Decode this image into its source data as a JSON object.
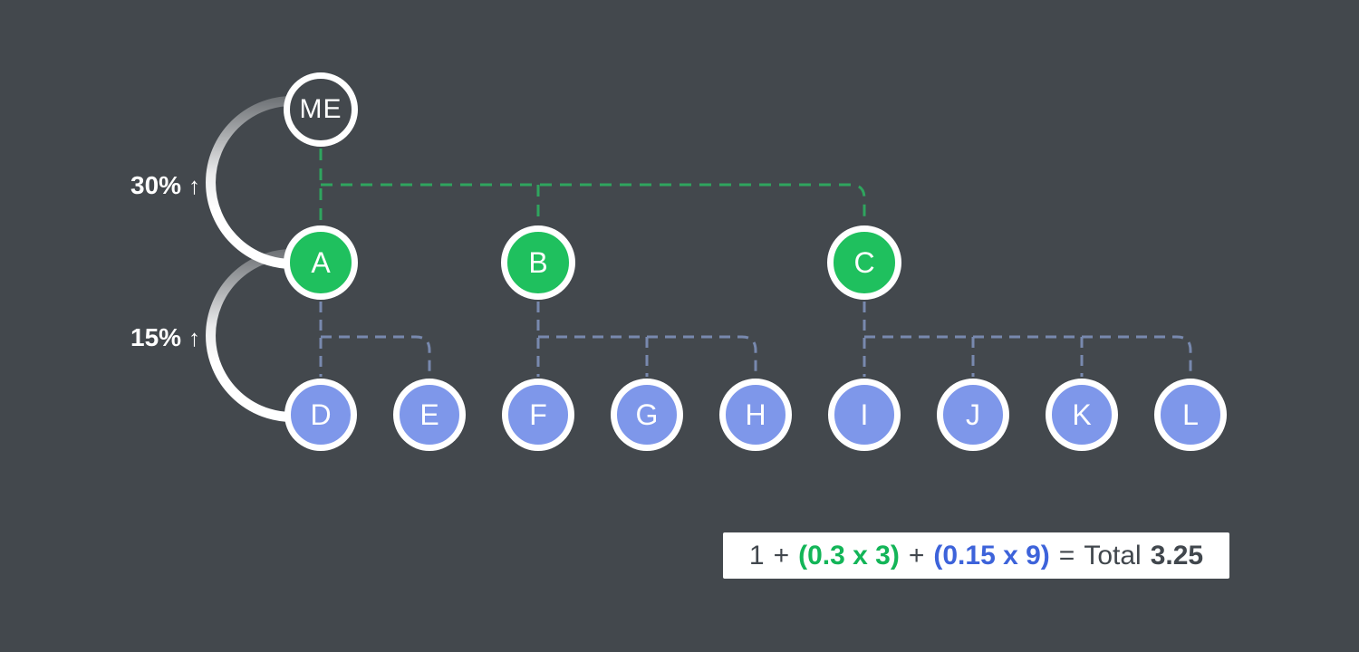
{
  "diagram_title": "referral-network-tree",
  "nodes": {
    "root": {
      "label": "ME"
    },
    "level1": [
      {
        "label": "A"
      },
      {
        "label": "B"
      },
      {
        "label": "C"
      }
    ],
    "level2": [
      {
        "label": "D"
      },
      {
        "label": "E"
      },
      {
        "label": "F"
      },
      {
        "label": "G"
      },
      {
        "label": "H"
      },
      {
        "label": "I"
      },
      {
        "label": "J"
      },
      {
        "label": "K"
      },
      {
        "label": "L"
      }
    ]
  },
  "rates": {
    "level1": {
      "value": "30%",
      "arrow": "↑"
    },
    "level2": {
      "value": "15%",
      "arrow": "↑"
    }
  },
  "formula": {
    "base": "1",
    "plus_1": "+",
    "level1_term": "(0.3 x 3)",
    "plus_2": "+",
    "level2_term": "(0.15 x 9)",
    "equals": "=",
    "total_label": "Total",
    "total_value": "3.25"
  },
  "colors": {
    "background": "#43484d",
    "node_ring": "#ffffff",
    "node_green": "#1fc05e",
    "node_blue": "#7e97ea",
    "dash_green": "#2fa55e",
    "dash_blue": "#7889ae",
    "formula_green": "#13b558",
    "formula_blue": "#3d63da",
    "formula_text": "#41474d",
    "label_text": "#ffffff"
  }
}
